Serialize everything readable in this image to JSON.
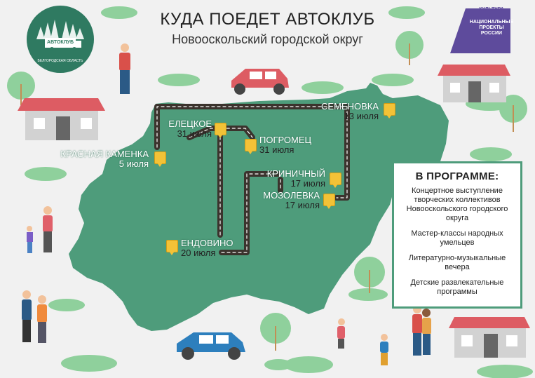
{
  "header": {
    "title": "КУДА ПОЕДЕТ АВТОКЛУБ",
    "subtitle": "Новооскольский городской округ"
  },
  "logo": {
    "name": "АВТОКЛУБ",
    "region": "БЕЛГОРОДСКАЯ ОБЛАСТЬ"
  },
  "national_projects": {
    "line1": "КУЛЬТУРА",
    "line2": "НАЦИОНАЛЬНЫЕ",
    "line3": "ПРОЕКТЫ",
    "line4": "РОССИИ"
  },
  "stops": [
    {
      "name": "КРАСНАЯ КАМЕНКА",
      "date": "5 июля"
    },
    {
      "name": "ЕЛЕЦКОЕ",
      "date": "31 июля"
    },
    {
      "name": "ПОГРОМЕЦ",
      "date": "31 июля"
    },
    {
      "name": "СЕМЕНОВКА",
      "date": "13 июля"
    },
    {
      "name": "КРИНИЧНЫЙ",
      "date": "17 июля"
    },
    {
      "name": "МОЗОЛЕВКА",
      "date": "17 июля"
    },
    {
      "name": "ЕНДОВИНО",
      "date": "20 июля"
    }
  ],
  "program": {
    "title": "В ПРОГРАММЕ:",
    "items": [
      "Концертное выступление творческих коллективов Новооскольского городского округа",
      "Мастер-классы народных умельцев",
      "Литературно-музыкальные вечера",
      "Детские развлекательные программы"
    ]
  },
  "colors": {
    "map": "#4e9c7b",
    "road": "#3b332d",
    "pin": "#f3c237",
    "background": "#f1f1f1"
  }
}
